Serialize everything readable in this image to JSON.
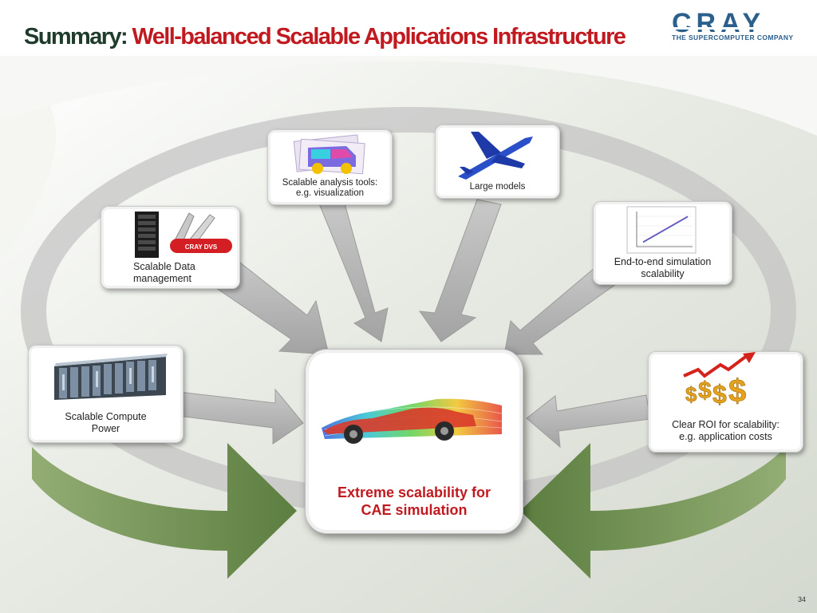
{
  "slide": {
    "title_prefix": "Summary:",
    "title_main": "Well-balanced Scalable Applications Infrastructure",
    "page_number": "34"
  },
  "logo": {
    "name": "CRAY",
    "tagline": "THE SUPERCOMPUTER COMPANY",
    "color": "#2b5f8c"
  },
  "center": {
    "line1": "Extreme scalability for",
    "line2": "CAE  simulation",
    "image": "race-car-flow-simulation"
  },
  "cards": {
    "compute": {
      "line1": "Scalable Compute",
      "line2": "Power",
      "image": "supercomputer-cabinets"
    },
    "data": {
      "line1": "Scalable  Data",
      "line2": "management",
      "badge": "CRAY DVS",
      "image": "server-rack-and-swiss-knife"
    },
    "analysis": {
      "line1": "Scalable analysis tools:",
      "line2": "e.g. visualization",
      "image": "vehicle-visualization"
    },
    "models": {
      "line1": "Large models",
      "image": "airplane"
    },
    "e2e": {
      "line1": "End-to-end simulation",
      "line2": "scalability",
      "image": "scalability-chart"
    },
    "roi": {
      "line1": "Clear ROI for scalability:",
      "line2": "e.g. application costs",
      "image": "dollar-signs-rising-arrow"
    }
  },
  "colors": {
    "title_prefix": "#1f3b2c",
    "title_accent": "#c0191f",
    "green_arrow": "#6f8f4e",
    "grey_arrow": "#b4b4b4"
  }
}
